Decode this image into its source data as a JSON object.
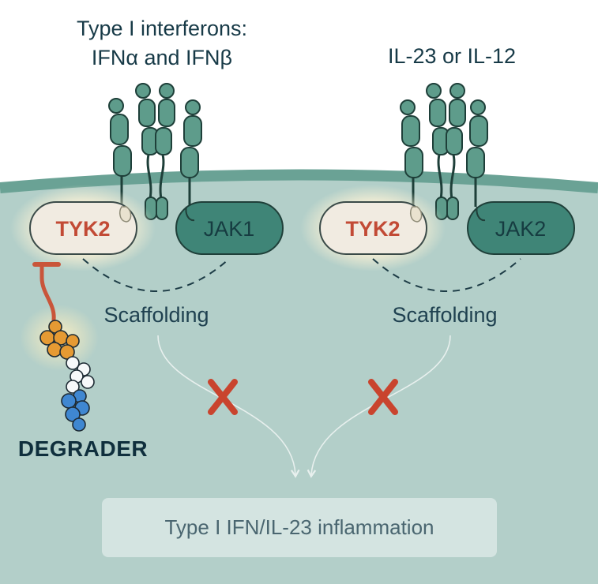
{
  "titles": {
    "left_line1": "Type I interferons:",
    "left_line2": "IFNα and IFNβ",
    "right": "IL-23 or IL-12"
  },
  "left_pathway": {
    "tyk2_label": "TYK2",
    "jak_label": "JAK1",
    "scaffolding_label": "Scaffolding"
  },
  "right_pathway": {
    "tyk2_label": "TYK2",
    "jak_label": "JAK2",
    "scaffolding_label": "Scaffolding"
  },
  "degrader": {
    "label": "DEGRADER"
  },
  "outcome": {
    "label": "Type I IFN/IL-23 inflammation"
  },
  "colors": {
    "cytoplasm": "#b3cfc9",
    "membrane": "#6aa295",
    "receptor": "#5e9c8b",
    "receptor_outline": "#1e3f39",
    "jak_fill": "#3f8577",
    "tyk2_fill": "#f1ebe1",
    "tyk2_text": "#c24a35",
    "block_x": "#c9442e",
    "degrader_orange": "#e69a33",
    "degrader_blue": "#3f87d1",
    "inhibitor_bar": "#c9553a"
  }
}
